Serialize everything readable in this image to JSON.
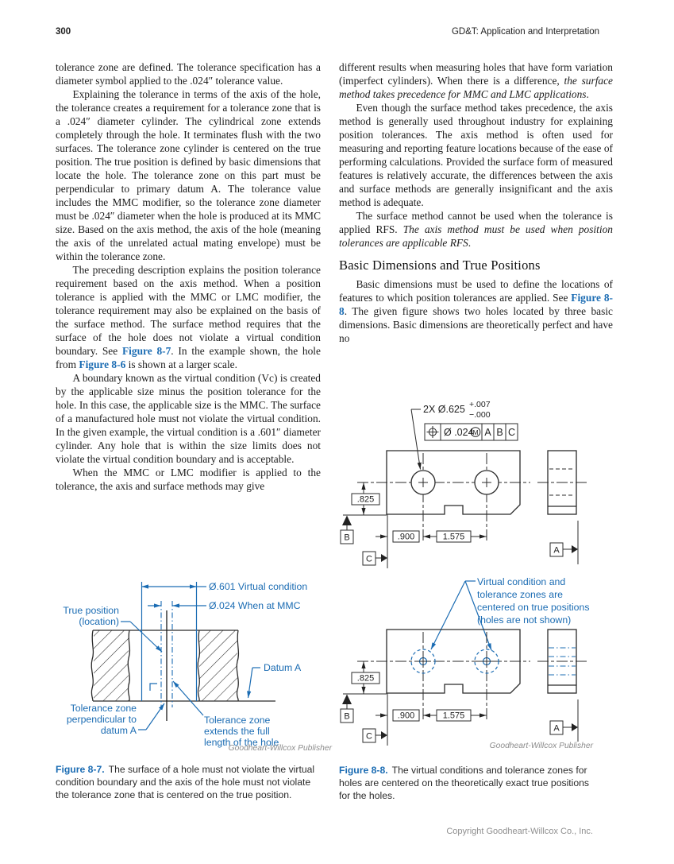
{
  "page": {
    "number": "300",
    "book_title": "GD&T: Application and Interpretation",
    "footer": "Copyright Goodheart-Willcox Co., Inc."
  },
  "left": {
    "p1": "tolerance zone are defined. The tolerance specification has a diameter symbol applied to the .024″ tolerance value.",
    "p2": "Explaining the tolerance in terms of the axis of the hole, the tolerance creates a requirement for a tolerance zone that is a .024″ diameter cylinder. The cylindrical zone extends completely through the hole. It terminates flush with the two surfaces. The tolerance zone cylinder is centered on the true position. The true position is defined by basic dimensions that locate the hole. The tolerance zone on this part must be perpendicular to primary datum A. The tolerance value includes the MMC modifier, so the tolerance zone diameter must be .024″ diameter when the hole is produced at its MMC size. Based on the axis method, the axis of the hole (meaning the axis of the unrelated actual mating envelope) must be within the tolerance zone.",
    "p3a": "The preceding description explains the position tolerance requirement based on the axis method. When a position tolerance is applied with the MMC or LMC modifier, the tolerance requirement may also be explained on the basis of the surface method. The surface method requires that the surface of the hole does not violate a virtual condition boundary. See ",
    "p3ref1": "Figure 8-7",
    "p3b": ". In the example shown, the hole from ",
    "p3ref2": "Figure 8-6",
    "p3c": " is shown at a larger scale.",
    "p4": "A boundary known as the virtual condition (Vc) is created by the applicable size minus the position tolerance for the hole. In this case, the applicable size is the MMC. The surface of a manufactured hole must not violate the virtual condition. In the given example, the virtual condition is a .601″ diameter cylinder. Any hole that is within the size limits does not violate the virtual condition boundary and is acceptable.",
    "p5": "When the MMC or LMC modifier is applied to the tolerance, the axis and surface methods may give"
  },
  "right": {
    "p1a": "different results when measuring holes that have form variation (imperfect cylinders). When there is a difference, ",
    "p1i": "the surface method takes precedence for MMC and LMC applications",
    "p1b": ".",
    "p2": "Even though the surface method takes precedence, the axis method is generally used throughout industry for explaining position tolerances. The axis method is often used for measuring and reporting feature locations because of the ease of performing calculations. Provided the surface form of measured features is relatively accurate, the differences between the axis and surface methods are generally insignificant and the axis method is adequate.",
    "p3a": "The surface method cannot be used when the tolerance is applied RFS. ",
    "p3i": "The axis method must be used when position tolerances are applicable RFS",
    "p3b": ".",
    "heading": "Basic Dimensions and True Positions",
    "p4a": "Basic dimensions must be used to define the locations of features to which position tolerances are applied. See ",
    "p4ref": "Figure 8-8",
    "p4b": ". The given figure shows two holes located by three basic dimensions. Basic dimensions are theoretically perfect and have no"
  },
  "fig87": {
    "labels": {
      "vc": "Ø.601 Virtual condition",
      "mmc": "Ø.024 When at MMC",
      "tp1": "True position",
      "tp2": "(location)",
      "datum_a": "Datum A",
      "perp1": "Tolerance zone",
      "perp2": "perpendicular to",
      "perp3": "datum A",
      "ext1": "Tolerance zone",
      "ext2": "extends the full",
      "ext3": "length of the hole"
    },
    "credit": "Goodheart-Willcox Publisher",
    "caption_label": "Figure 8-7.",
    "caption": "The surface of a hole must not violate the virtual condition boundary and the axis of the hole must not violate the tolerance zone that is centered on the true position."
  },
  "fig88": {
    "callout": {
      "qty": "2X Ø.625",
      "plus": "+.007",
      "minus": "−.000"
    },
    "fcf": {
      "dia_tol": "Ø .024",
      "modifier": "M",
      "d1": "A",
      "d2": "B",
      "d3": "C"
    },
    "dims": {
      "v": ".825",
      "h1": ".900",
      "h2": "1.575"
    },
    "datums": {
      "a": "A",
      "b": "B",
      "c": "C"
    },
    "note": {
      "l1": "Virtual condition and",
      "l2": "tolerance zones are",
      "l3": "centered on true positions",
      "l4": "(holes are not shown)"
    },
    "credit": "Goodheart-Willcox Publisher",
    "caption_label": "Figure 8-8.",
    "caption": "The virtual conditions and tolerance zones for holes are centered on the theoretically exact true positions for the holes."
  },
  "colors": {
    "accent_blue": "#1b6cb3",
    "text": "#1c1c1c",
    "credit_gray": "#8c8c8c"
  }
}
